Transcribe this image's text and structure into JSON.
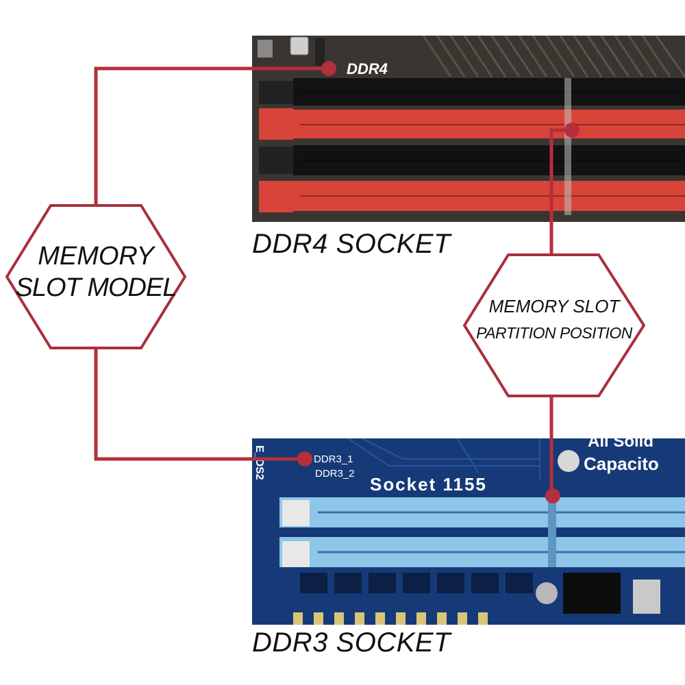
{
  "ddr4_board": {
    "silkscreen_label": "DDR4",
    "caption": "DDR4 SOCKET",
    "colors": {
      "pcb": "#3a3530",
      "slot_red": "#d9443a",
      "slot_black": "#121212"
    }
  },
  "ddr3_board": {
    "slot_labels": [
      "DDR3_1",
      "DDR3_2"
    ],
    "chip_label": "Socket 1155",
    "side_text": "E_DS2",
    "corner_text_1": "All Solid",
    "corner_text_2": "Capacito",
    "caption": "DDR3 SOCKET",
    "colors": {
      "pcb": "#163a78",
      "slot_blue": "#8ec6ea"
    }
  },
  "callouts": {
    "slot_model": {
      "line1": "MEMORY",
      "line2": "SLOT MODEL"
    },
    "partition": {
      "line1": "MEMORY SLOT",
      "line2": "PARTITION POSITION"
    }
  },
  "colors": {
    "accent": "#c1323f",
    "hex_border": "#a8303d",
    "line": "#b52e3c"
  }
}
